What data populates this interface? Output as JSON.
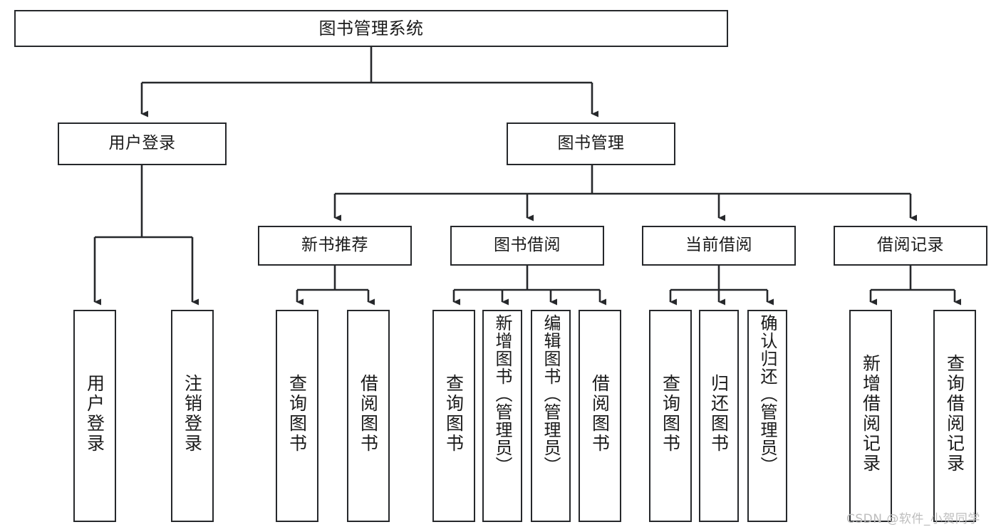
{
  "diagram": {
    "title": "图书管理系统",
    "type": "tree-hierarchy-diagram",
    "watermark": "CSDN @软件_小贺同学",
    "colors": {
      "box_border": "#26282b",
      "box_fill": "#ffffff",
      "edge": "#26282b",
      "text": "#1a1a1a",
      "background": "#ffffff",
      "watermark": "#bdbdbd"
    },
    "nodes": {
      "root": {
        "label": "图书管理系统",
        "level": 1
      },
      "user_login": {
        "label": "用户登录",
        "level": 2
      },
      "book_manage": {
        "label": "图书管理",
        "level": 2
      },
      "new_book_rec": {
        "label": "新书推荐",
        "level": 3
      },
      "book_borrow": {
        "label": "图书借阅",
        "level": 3
      },
      "current_borrow": {
        "label": "当前借阅",
        "level": 3
      },
      "borrow_record": {
        "label": "借阅记录",
        "level": 3
      },
      "leaf_user_login": {
        "label": "用户登录",
        "level": 4
      },
      "leaf_logout": {
        "label": "注销登录",
        "level": 4
      },
      "leaf_query_book_1": {
        "label": "查询图书",
        "level": 4
      },
      "leaf_borrow_book_1": {
        "label": "借阅图书",
        "level": 4
      },
      "leaf_query_book_2": {
        "label": "查询图书",
        "level": 4
      },
      "leaf_add_book": {
        "label": "新增图书（管理员）",
        "level": 4
      },
      "leaf_edit_book": {
        "label": "编辑图书（管理员）",
        "level": 4
      },
      "leaf_borrow_book_2": {
        "label": "借阅图书",
        "level": 4
      },
      "leaf_query_book_3": {
        "label": "查询图书",
        "level": 4
      },
      "leaf_return_book": {
        "label": "归还图书",
        "level": 4
      },
      "leaf_confirm_return": {
        "label": "确认归还（管理员）",
        "level": 4
      },
      "leaf_add_record": {
        "label": "新增借阅记录",
        "level": 4
      },
      "leaf_query_record": {
        "label": "查询借阅记录",
        "level": 4
      }
    },
    "edges": [
      {
        "from": "root",
        "to": "user_login"
      },
      {
        "from": "root",
        "to": "book_manage"
      },
      {
        "from": "user_login",
        "to": "leaf_user_login"
      },
      {
        "from": "user_login",
        "to": "leaf_logout"
      },
      {
        "from": "book_manage",
        "to": "new_book_rec"
      },
      {
        "from": "book_manage",
        "to": "book_borrow"
      },
      {
        "from": "book_manage",
        "to": "current_borrow"
      },
      {
        "from": "book_manage",
        "to": "borrow_record"
      },
      {
        "from": "new_book_rec",
        "to": "leaf_query_book_1"
      },
      {
        "from": "new_book_rec",
        "to": "leaf_borrow_book_1"
      },
      {
        "from": "book_borrow",
        "to": "leaf_query_book_2"
      },
      {
        "from": "book_borrow",
        "to": "leaf_add_book"
      },
      {
        "from": "book_borrow",
        "to": "leaf_edit_book"
      },
      {
        "from": "book_borrow",
        "to": "leaf_borrow_book_2"
      },
      {
        "from": "current_borrow",
        "to": "leaf_query_book_3"
      },
      {
        "from": "current_borrow",
        "to": "leaf_return_book"
      },
      {
        "from": "current_borrow",
        "to": "leaf_confirm_return"
      },
      {
        "from": "borrow_record",
        "to": "leaf_add_record"
      },
      {
        "from": "borrow_record",
        "to": "leaf_query_record"
      }
    ]
  }
}
